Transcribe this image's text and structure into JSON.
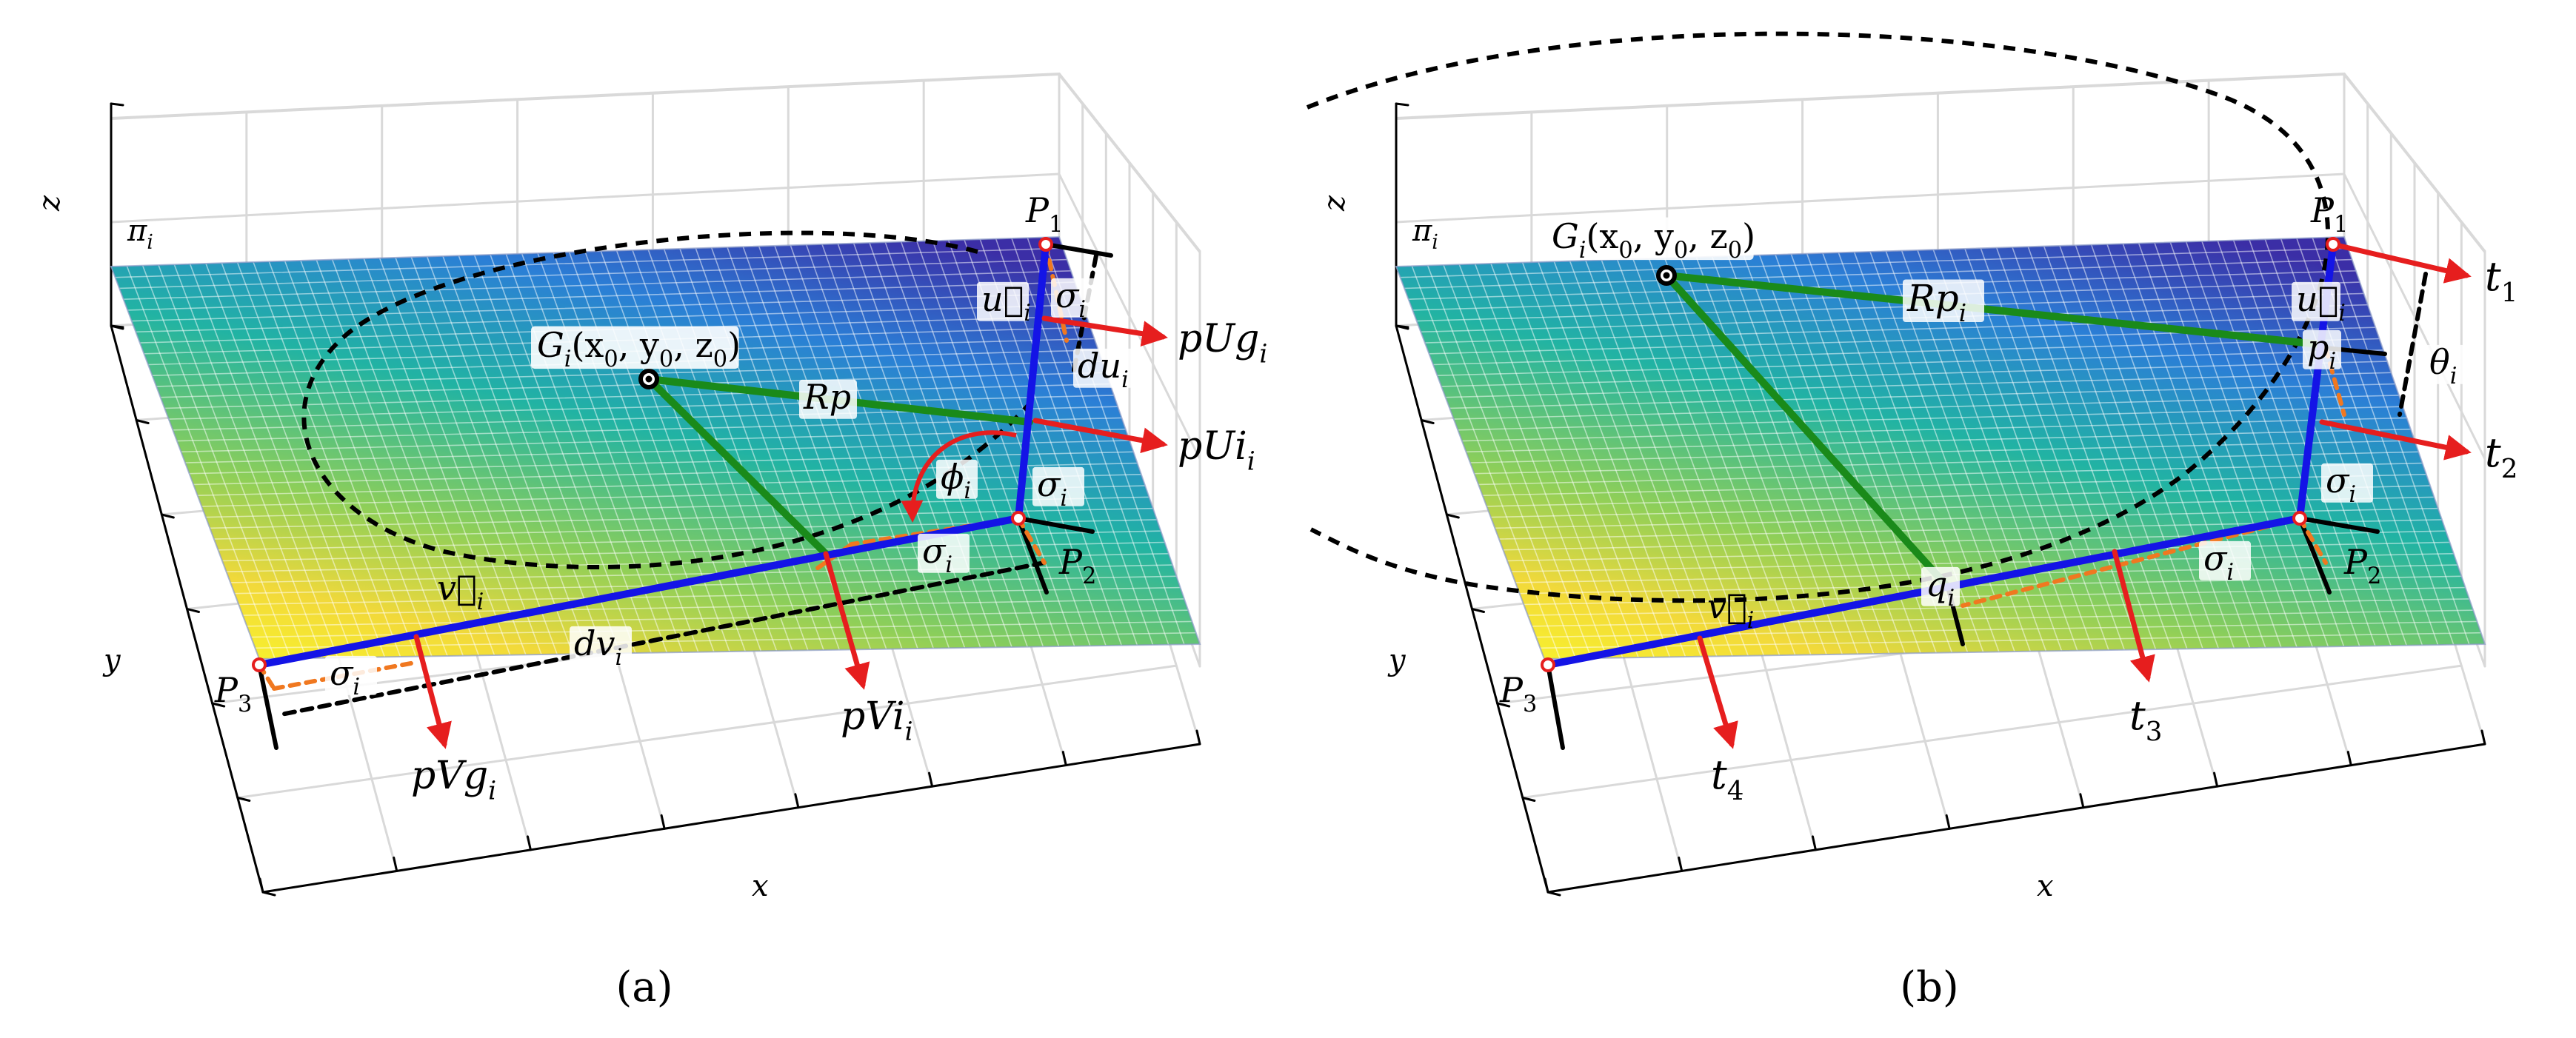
{
  "panels": [
    {
      "id": "a",
      "caption": "(a)",
      "axes": {
        "x": "x",
        "y": "y",
        "z": "z"
      },
      "plane_label": "π",
      "plane_sub": "i",
      "labels": {
        "P1": {
          "t": "P",
          "s": "1"
        },
        "P2": {
          "t": "P",
          "s": "2"
        },
        "P3": {
          "t": "P",
          "s": "3"
        },
        "G": {
          "t": "G",
          "s": "i",
          "r": "(x",
          "s0": "0",
          "c1": ", y",
          "s1": "0",
          "c2": ", z",
          "s2": "0",
          "end": ")"
        },
        "Rp": {
          "t": "Rp",
          "s": ""
        },
        "u": {
          "t": "u⃗",
          "s": "i"
        },
        "v": {
          "t": "v⃗",
          "s": "i"
        },
        "sigma_u": {
          "t": "σ",
          "s": "i"
        },
        "sigma_p2u": {
          "t": "σ",
          "s": "i"
        },
        "sigma_p2v": {
          "t": "σ",
          "s": "i"
        },
        "sigma_p3": {
          "t": "σ",
          "s": "i"
        },
        "phi": {
          "t": "ϕ",
          "s": "i"
        },
        "du": {
          "t": "du",
          "s": "i"
        },
        "dv": {
          "t": "dv",
          "s": "i"
        },
        "pUg": {
          "t": "pUg",
          "s": "i"
        },
        "pUi": {
          "t": "pUi",
          "s": "i"
        },
        "pVi": {
          "t": "pVi",
          "s": "i"
        },
        "pVg": {
          "t": "pVg",
          "s": "i"
        }
      }
    },
    {
      "id": "b",
      "caption": "(b)",
      "axes": {
        "x": "x",
        "y": "y",
        "z": "z"
      },
      "plane_label": "π",
      "plane_sub": "i",
      "labels": {
        "P1": {
          "t": "P",
          "s": "1"
        },
        "P2": {
          "t": "P",
          "s": "2"
        },
        "P3": {
          "t": "P",
          "s": "3"
        },
        "G": {
          "t": "G",
          "s": "i",
          "r": "(x",
          "s0": "0",
          "c1": ", y",
          "s1": "0",
          "c2": ", z",
          "s2": "0",
          "end": ")"
        },
        "Rp": {
          "t": "Rp",
          "s": "i"
        },
        "p": {
          "t": "p",
          "s": "i"
        },
        "q": {
          "t": "q",
          "s": "i"
        },
        "u": {
          "t": "u⃗",
          "s": "i"
        },
        "v": {
          "t": "v⃗",
          "s": "i"
        },
        "sigma_p2u": {
          "t": "σ",
          "s": "i"
        },
        "sigma_p2v": {
          "t": "σ",
          "s": "i"
        },
        "theta": {
          "t": "θ",
          "s": "i"
        },
        "t1": {
          "t": "t",
          "s": "1"
        },
        "t2": {
          "t": "t",
          "s": "2"
        },
        "t3": {
          "t": "t",
          "s": "3"
        },
        "t4": {
          "t": "t",
          "s": "4"
        }
      }
    }
  ],
  "colors": {
    "u_v_vector": "#1414e6",
    "radius_lines": "#1a8a1a",
    "normals": "#e61e1e",
    "sigma_dash": "#f07820",
    "guides": "#000000",
    "grid_box": "#d9d9d9",
    "surface_top": "#3a2fa8",
    "surface_mid": "#21b0a8",
    "surface_low": "#f5e23a"
  }
}
